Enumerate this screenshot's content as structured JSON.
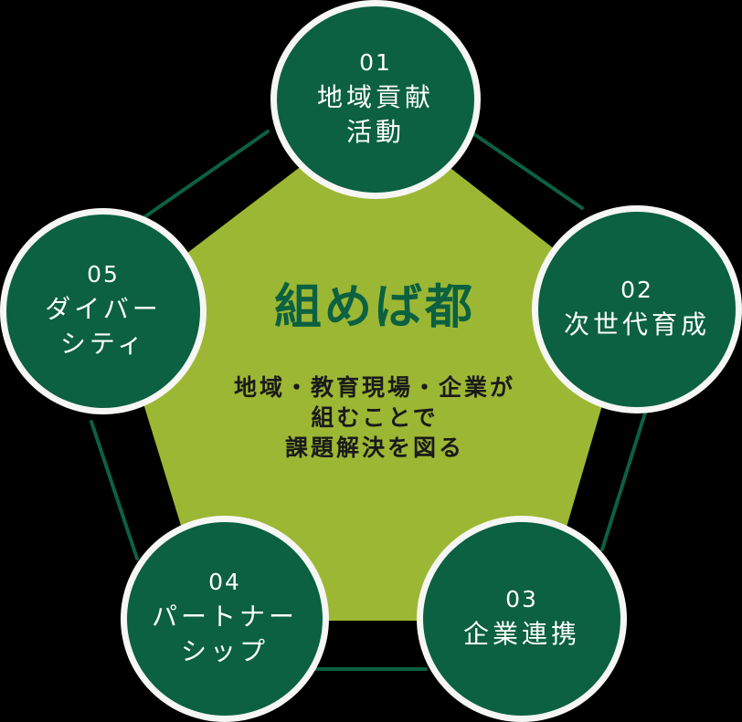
{
  "diagram": {
    "center": {
      "title": "組めば都",
      "description": "地域・教育現場・企業が\n組むことで\n課題解決を図る"
    },
    "nodes": [
      {
        "number": "01",
        "label": "地域貢献\n活動"
      },
      {
        "number": "02",
        "label": "次世代育成"
      },
      {
        "number": "03",
        "label": "企業連携"
      },
      {
        "number": "04",
        "label": "パートナー\nシップ"
      },
      {
        "number": "05",
        "label": "ダイバー\nシティ"
      }
    ],
    "colors": {
      "node_fill": "#0b6141",
      "node_border": "#f6f6f4",
      "pentagon_fill": "#9cb733",
      "connector": "#0b6141",
      "title_text": "#0b6141",
      "description_text": "#1a1a1a"
    }
  }
}
